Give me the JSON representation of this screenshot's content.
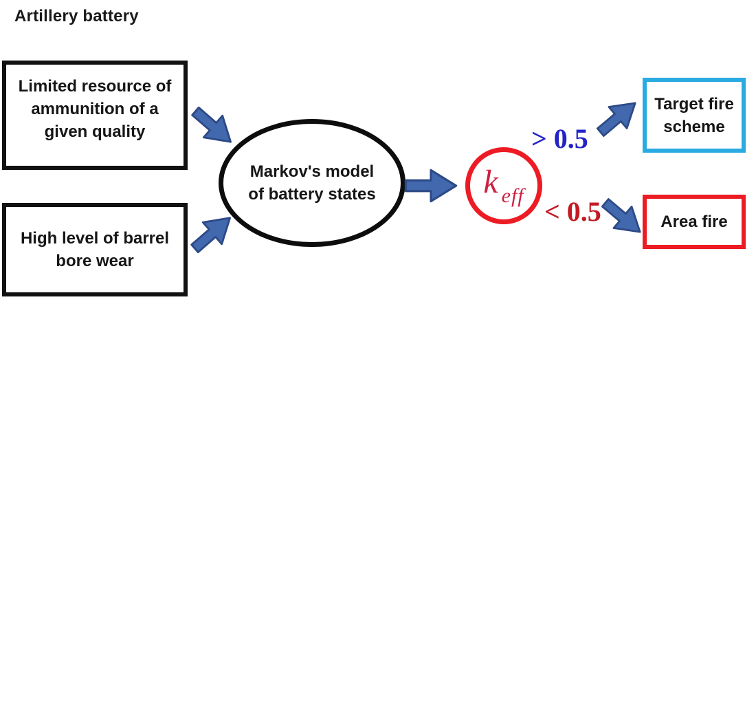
{
  "title": "Artillery battery",
  "nodes": {
    "ammunition": {
      "label": "Limited resource of ammunition of a given quality",
      "lines": [
        "Limited resource of",
        "ammunition of a",
        "given quality"
      ]
    },
    "barrel": {
      "label": "High level of barrel bore wear",
      "lines": [
        "High level of barrel",
        "bore wear"
      ]
    },
    "markov": {
      "label": "Markov's model of battery states",
      "lines": [
        "Markov's model",
        "of battery states"
      ]
    },
    "keff": {
      "base": "k",
      "subscript": "eff"
    },
    "target": {
      "label": "Target fire scheme",
      "lines": [
        "Target fire",
        "scheme"
      ]
    },
    "area": {
      "label": "Area fire",
      "lines": [
        "Area fire"
      ]
    }
  },
  "labels": {
    "greater": "> 0.5",
    "less": "< 0.5"
  },
  "colors": {
    "node_border": "#111111",
    "arrow_fill": "#4268ae",
    "arrow_stroke": "#2d4a86",
    "keff_border": "#ed1c24",
    "keff_text": "#cc2040",
    "target_border": "#29abe2",
    "area_border": "#ed1c24",
    "greater_text": "#2323c8",
    "less_text": "#c41a24"
  }
}
